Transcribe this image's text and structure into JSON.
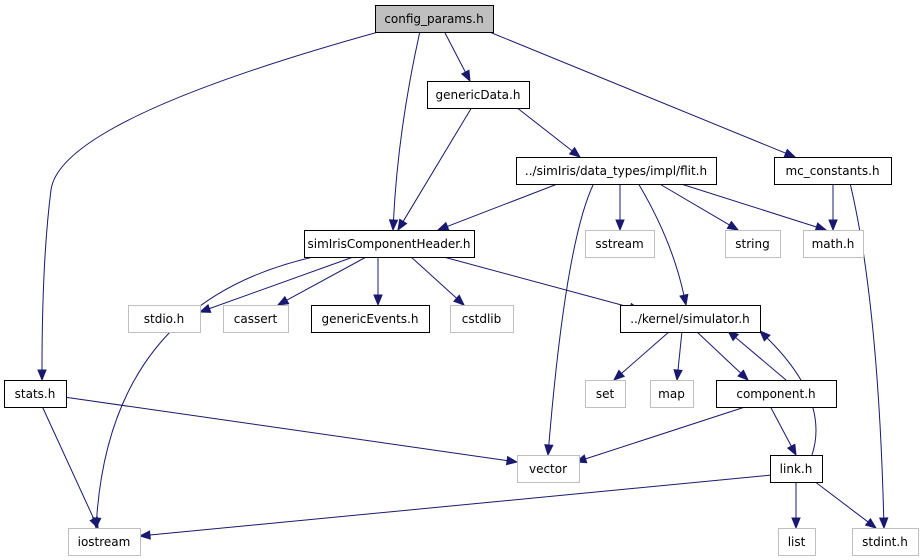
{
  "graph": {
    "colors": {
      "edge": "#191970",
      "root_fill": "#bfbfbf",
      "node_border": "#000000",
      "external_border": "#bfbfbf",
      "text": "#000000"
    },
    "nodes": {
      "config_params": {
        "label": "config_params.h",
        "kind": "root"
      },
      "genericData": {
        "label": "genericData.h",
        "kind": "normal"
      },
      "flit": {
        "label": "../simIris/data_types/impl/flit.h",
        "kind": "normal"
      },
      "mc_constants": {
        "label": "mc_constants.h",
        "kind": "normal"
      },
      "component_header": {
        "label": "simIrisComponentHeader.h",
        "kind": "normal"
      },
      "sstream": {
        "label": "sstream",
        "kind": "external"
      },
      "string": {
        "label": "string",
        "kind": "external"
      },
      "math": {
        "label": "math.h",
        "kind": "external"
      },
      "stdio": {
        "label": "stdio.h",
        "kind": "external"
      },
      "cassert": {
        "label": "cassert",
        "kind": "external"
      },
      "genericEvents": {
        "label": "genericEvents.h",
        "kind": "normal"
      },
      "cstdlib": {
        "label": "cstdlib",
        "kind": "external"
      },
      "simulator": {
        "label": "../kernel/simulator.h",
        "kind": "normal"
      },
      "stats": {
        "label": "stats.h",
        "kind": "normal"
      },
      "set": {
        "label": "set",
        "kind": "external"
      },
      "map": {
        "label": "map",
        "kind": "external"
      },
      "component": {
        "label": "component.h",
        "kind": "normal"
      },
      "vector": {
        "label": "vector",
        "kind": "external"
      },
      "link": {
        "label": "link.h",
        "kind": "normal"
      },
      "iostream": {
        "label": "iostream",
        "kind": "external"
      },
      "list": {
        "label": "list",
        "kind": "external"
      },
      "stdint": {
        "label": "stdint.h",
        "kind": "external"
      }
    },
    "edges": [
      [
        "config_params",
        "stats"
      ],
      [
        "config_params",
        "component_header"
      ],
      [
        "config_params",
        "genericData"
      ],
      [
        "config_params",
        "mc_constants"
      ],
      [
        "genericData",
        "component_header"
      ],
      [
        "genericData",
        "flit"
      ],
      [
        "flit",
        "component_header"
      ],
      [
        "flit",
        "vector"
      ],
      [
        "flit",
        "sstream"
      ],
      [
        "flit",
        "simulator"
      ],
      [
        "flit",
        "string"
      ],
      [
        "flit",
        "math"
      ],
      [
        "mc_constants",
        "math"
      ],
      [
        "mc_constants",
        "stdint"
      ],
      [
        "component_header",
        "iostream"
      ],
      [
        "component_header",
        "stdio"
      ],
      [
        "component_header",
        "cassert"
      ],
      [
        "component_header",
        "genericEvents"
      ],
      [
        "component_header",
        "cstdlib"
      ],
      [
        "component_header",
        "simulator"
      ],
      [
        "simulator",
        "set"
      ],
      [
        "simulator",
        "map"
      ],
      [
        "simulator",
        "component"
      ],
      [
        "component",
        "simulator"
      ],
      [
        "component",
        "vector"
      ],
      [
        "component",
        "link"
      ],
      [
        "link",
        "simulator"
      ],
      [
        "link",
        "iostream"
      ],
      [
        "link",
        "list"
      ],
      [
        "link",
        "stdint"
      ],
      [
        "stats",
        "vector"
      ],
      [
        "stats",
        "iostream"
      ]
    ]
  }
}
